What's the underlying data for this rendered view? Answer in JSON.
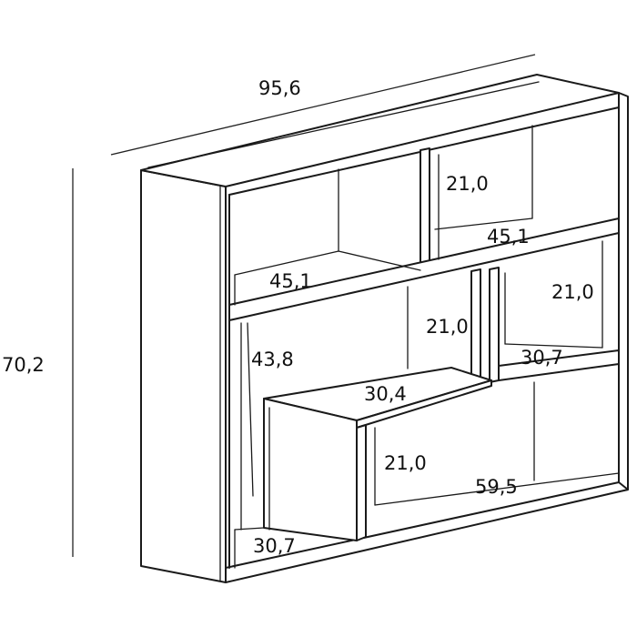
{
  "dimensions": {
    "overall_width": "95,6",
    "overall_height": "70,2",
    "top_left_shelf_width": "45,1",
    "top_right_height": "21,0",
    "top_right_shelf_width": "45,1",
    "middle_right_height": "21,0",
    "middle_right_width": "30,7",
    "middle_center_height": "21,0",
    "left_tall_height": "43,8",
    "step_width": "30,4",
    "bottom_right_height": "21,0",
    "bottom_right_width": "59,5",
    "bottom_left_width": "30,7"
  }
}
